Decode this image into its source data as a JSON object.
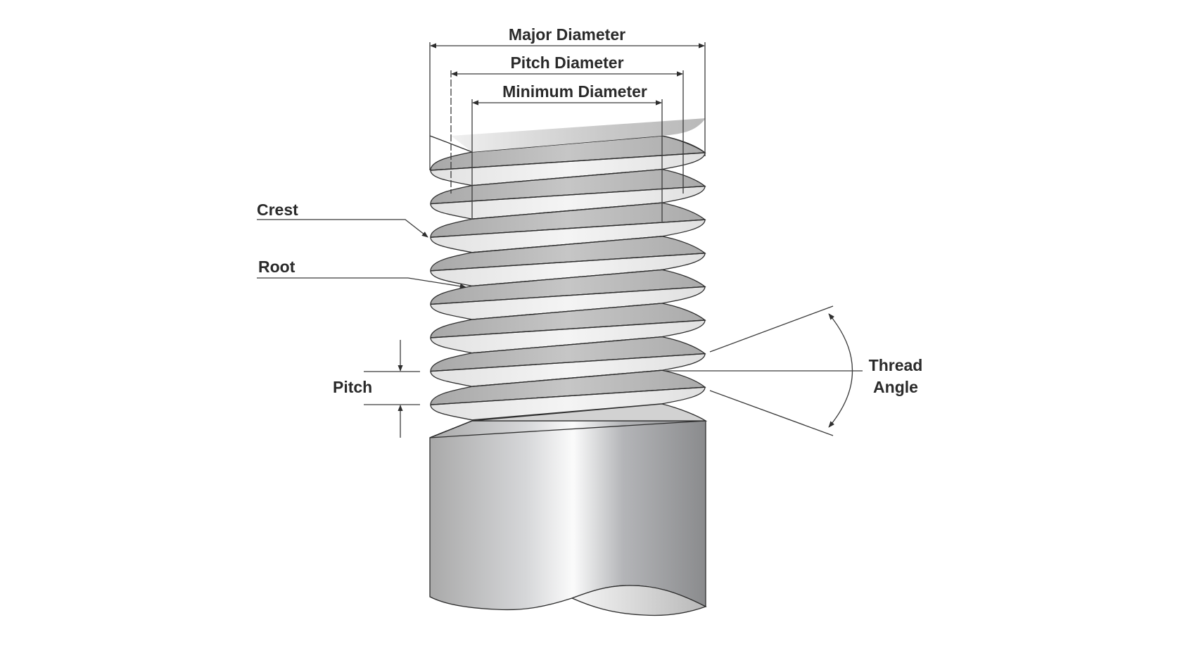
{
  "title": "Screw Thread Terminology",
  "labels": {
    "major_diameter": "Major Diameter",
    "pitch_diameter": "Pitch Diameter",
    "minimum_diameter": "Minimum Diameter",
    "crest": "Crest",
    "root": "Root",
    "pitch": "Pitch",
    "thread_angle_line1": "Thread",
    "thread_angle_line2": "Angle"
  },
  "thread": {
    "visible_turns": 8
  },
  "colors": {
    "outline": "#2e2e2e",
    "flank_dark": "#b4b4b4",
    "flank_light": "#ececec",
    "shank_dark": "#8f8f8f",
    "shank_highlight": "#fbfbfb",
    "text": "#2a2a2a"
  }
}
